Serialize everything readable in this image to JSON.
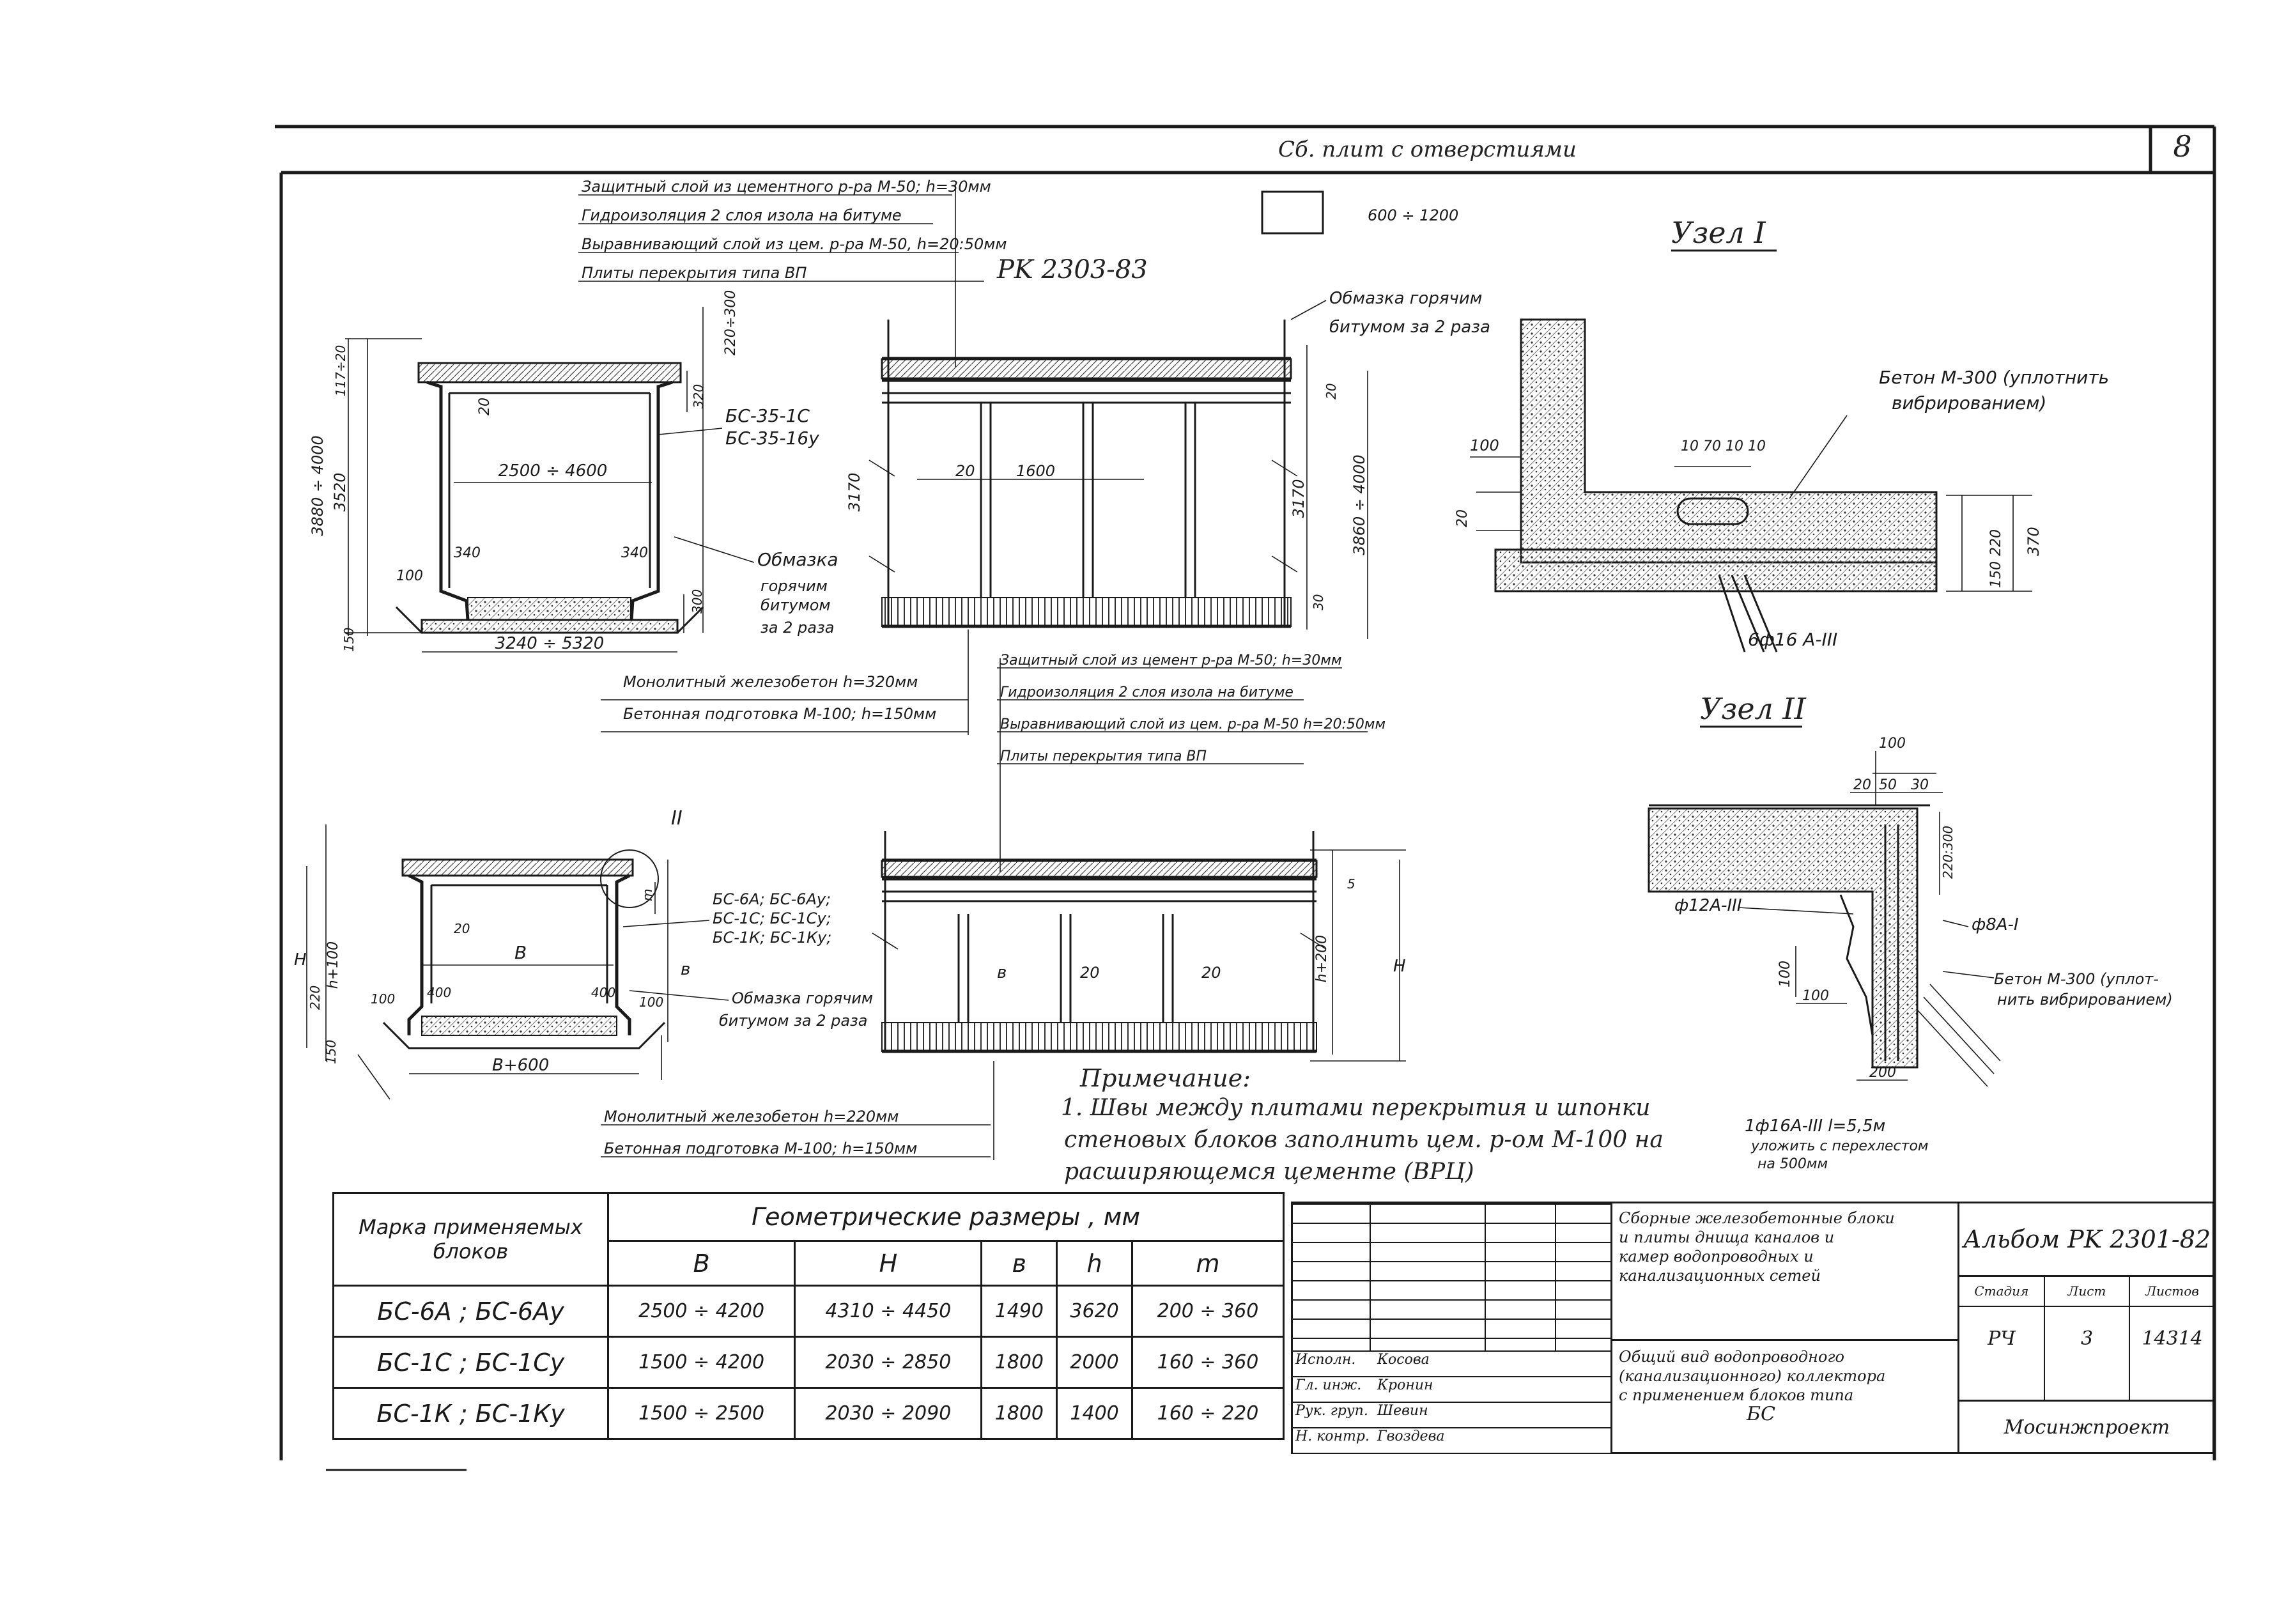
{
  "sheet": {
    "number": "8",
    "header_note": "Сб. плит с отверстиями"
  },
  "section1": {
    "layers": [
      "Защитный слой из цементного р-ра М-50; h=30мм",
      "Гидроизоляция 2 слоя изола на битуме",
      "Выравнивающий слой из цем. р-ра М-50, h=20:50мм",
      "Плиты перекрытия типа ВП"
    ],
    "album_ref": "PK 2303-83",
    "blocks": [
      "БС-35-1С",
      "БС-35-16у"
    ],
    "coat": [
      "Обмазка",
      "горячим",
      "битумом",
      "за 2 раза"
    ],
    "base": [
      "Монолитный железобетон h=320мм",
      "Бетонная подготовка М-100; h=150мм"
    ],
    "dims": {
      "inner_width": "2500 ÷ 4600",
      "base_width": "3240 ÷ 5320",
      "total_height": "3880 ÷ 4000",
      "wall_height": "3520",
      "top_a": "117÷20",
      "top_b": "220÷300",
      "h310": "3170",
      "right_total": "3860 ÷ 4000",
      "span": "1600",
      "gap": "20",
      "d340a": "340",
      "d340b": "340",
      "d100": "100",
      "d150": "150",
      "d20": "20",
      "d300": "300",
      "d30": "30",
      "d320": "320"
    },
    "coat_top": [
      "Обмазка горячим",
      "битумом за 2 раза"
    ],
    "top_label": "600 ÷ 1200"
  },
  "section2": {
    "layers": [
      "Защитный слой из цемент р-ра М-50; h=30мм",
      "Гидроизоляция 2 слоя изола на битуме",
      "Выравнивающий слой из цем. р-ра М-50 h=20:50мм",
      "Плиты перекрытия типа ВП"
    ],
    "blocks": [
      "БС-6А; БС-6Ау;",
      "БС-1С; БС-1Су;",
      "БС-1К; БС-1Ку;"
    ],
    "coat": [
      "Обмазка горячим",
      "битумом за 2 раза"
    ],
    "base": [
      "Монолитный железобетон h=220мм",
      "Бетонная подготовка М-100; h=150мм"
    ],
    "dims": {
      "inner": "В",
      "base": "В+600",
      "H": "Н",
      "h100": "h+100",
      "h200": "h+200",
      "b": "в",
      "m": "m",
      "d400a": "400",
      "d400b": "400",
      "d100a": "100",
      "d100b": "100",
      "d20a": "20",
      "d20b": "20",
      "node_mark": "II",
      "d150": "150",
      "d220": "220",
      "d5": "5"
    }
  },
  "node1": {
    "title": "Узел I",
    "concrete": [
      "Бетон М-300 (уплотнить",
      "вибрированием)"
    ],
    "rebar": "6ф16 А-III",
    "dims": {
      "d100": "100",
      "d20": "20",
      "pitch": "10 70 10 10",
      "d220": "220",
      "d150": "150",
      "d370": "370"
    }
  },
  "node2": {
    "title": "Узел II",
    "rebar1": "ф12А-III",
    "rebar2": "ф8А-I",
    "concrete": [
      "Бетон М-300 (уплот-",
      "нить вибрированием)"
    ],
    "rebar3": [
      "1ф16А-III l=5,5м",
      "уложить с перехлестом",
      "на 500мм"
    ],
    "dims": {
      "d100a": "100",
      "d20": "20",
      "d50": "50",
      "d30": "30",
      "d220": "220:300",
      "d100b": "100",
      "d100c": "100",
      "d200": "200"
    }
  },
  "note": {
    "title": "Примечание:",
    "lines": [
      "1. Швы между плитами перекрытия и шпонки",
      "стеновых блоков заполнить цем. р-ом М-100 на",
      "расширяющемся цементе (ВРЦ)"
    ]
  },
  "table": {
    "col_mark": "Марка применяемых блоков",
    "col_geom": "Геометрические размеры , мм",
    "headers": [
      "В",
      "Н",
      "в",
      "h",
      "m"
    ],
    "rows": [
      {
        "mark": "БС-6А ; БС-6Ау",
        "B": "2500 ÷ 4200",
        "H": "4310 ÷ 4450",
        "b": "1490",
        "h": "3620",
        "m": "200 ÷ 360"
      },
      {
        "mark": "БС-1С ; БС-1Су",
        "B": "1500 ÷ 4200",
        "H": "2030 ÷ 2850",
        "b": "1800",
        "h": "2000",
        "m": "160 ÷ 360"
      },
      {
        "mark": "БС-1К ; БС-1Ку",
        "B": "1500 ÷ 2500",
        "H": "2030 ÷ 2090",
        "b": "1800",
        "h": "1400",
        "m": "160 ÷ 220"
      }
    ]
  },
  "title_block": {
    "description": [
      "Сборные железобетонные блоки",
      "и плиты днища каналов и",
      "камер водопроводных и",
      "канализационных сетей"
    ],
    "album": "Альбом PK 2301-82",
    "stage_h": "Стадия",
    "sheet_h": "Лист",
    "sheets_h": "Листов",
    "stage": "РЧ",
    "sheet": "3",
    "sheets": "14314",
    "drawing": [
      "Общий вид водопроводного",
      "(канализационного) коллектора",
      "с применением блоков типа"
    ],
    "drawing_type": "БС",
    "org": "Мосинжпроект",
    "signatures": [
      {
        "role": "Исполн.",
        "name": "Косова"
      },
      {
        "role": "Гл. инж.",
        "name": "Кронин"
      },
      {
        "role": "Рук. груп.",
        "name": "Шевин"
      },
      {
        "role": "Н. контр.",
        "name": "Гвоздева"
      }
    ]
  }
}
